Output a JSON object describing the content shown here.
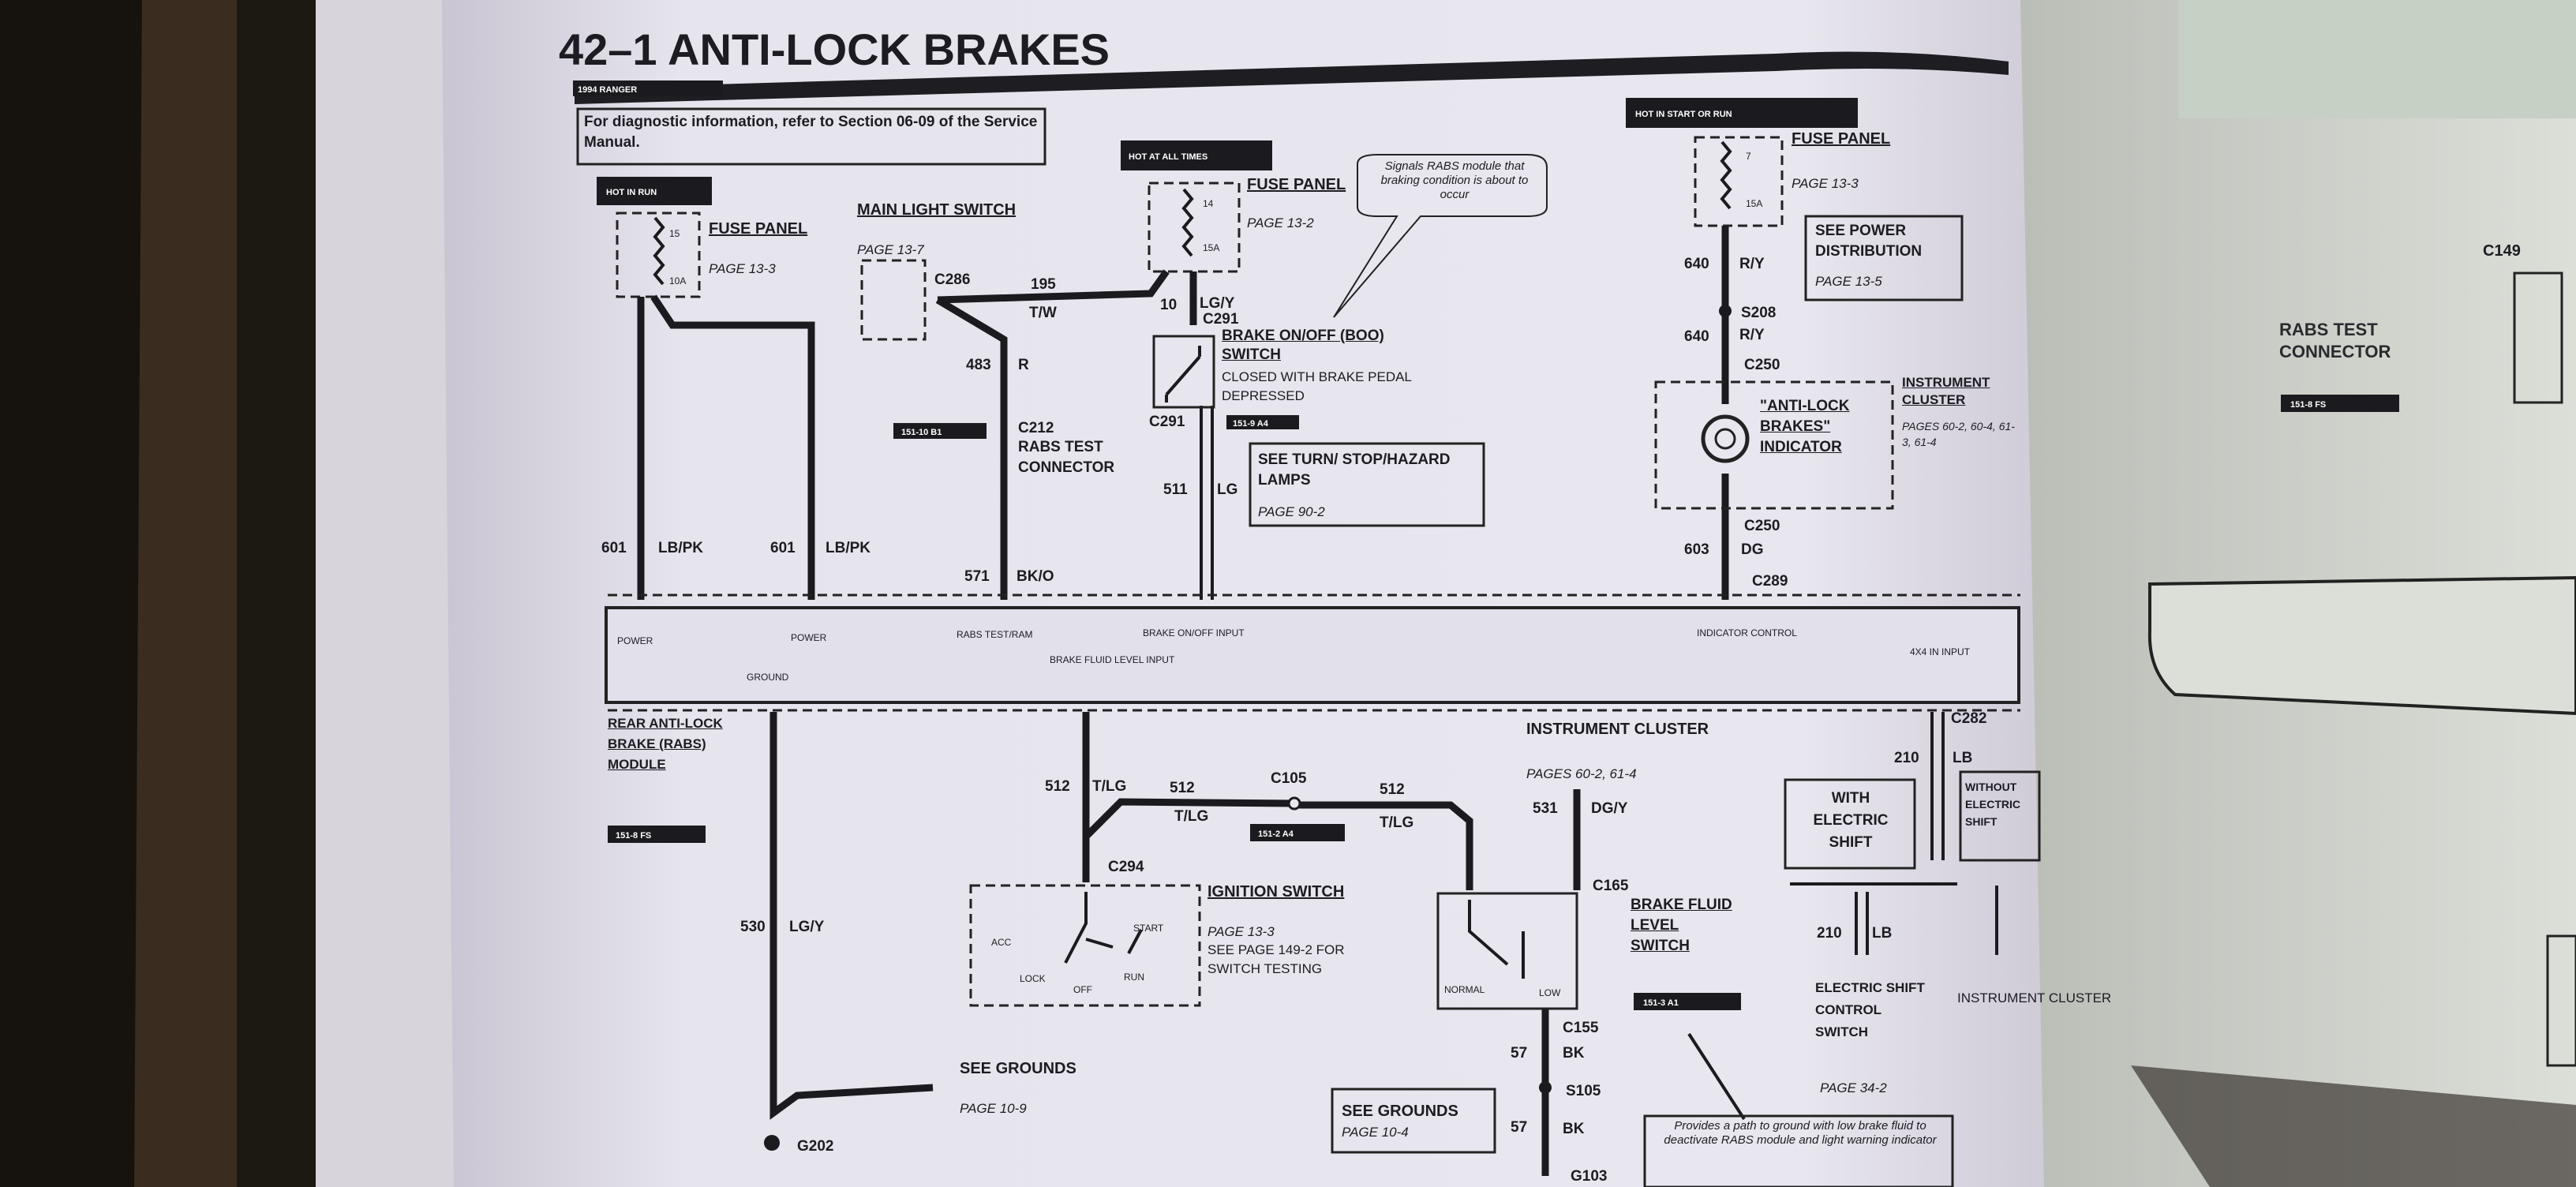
{
  "header": {
    "section_title": "42–1 ANTI-LOCK BRAKES",
    "model_tag": "1994 RANGER",
    "note": "For diagnostic information, refer to Section 06-09 of the Service Manual."
  },
  "power_tags": {
    "hot_in_run": "HOT IN RUN",
    "hot_at_all_times": "HOT AT ALL TIMES",
    "hot_in_start_or_run": "HOT IN START OR RUN"
  },
  "fuse_panel_left": {
    "label": "FUSE PANEL",
    "page": "PAGE 13-3",
    "fuse": "15",
    "amp": "10A"
  },
  "fuse_panel_mid": {
    "label": "FUSE PANEL",
    "page": "PAGE 13-2",
    "fuse": "14",
    "amp": "15A"
  },
  "fuse_panel_right": {
    "label": "FUSE PANEL",
    "page": "PAGE 13-3",
    "fuse": "7",
    "amp": "15A"
  },
  "main_light_switch": {
    "label": "MAIN LIGHT SWITCH",
    "page": "PAGE 13-7"
  },
  "brake_switch": {
    "label": "BRAKE ON/OFF (BOO) SWITCH",
    "desc": "CLOSED WITH BRAKE PEDAL DEPRESSED",
    "callout": "Signals RABS module that braking condition is about to occur"
  },
  "rabs_connector": {
    "label": "RABS TEST CONNECTOR",
    "connector": "C212",
    "tag": "151-10 B1"
  },
  "see_turn": {
    "text": "SEE TURN/ STOP/HAZARD LAMPS",
    "page": "PAGE 90-2"
  },
  "see_power": {
    "text": "SEE POWER DISTRIBUTION",
    "page": "PAGE 13-5"
  },
  "instrument_cluster_top": {
    "label": "INSTRUMENT CLUSTER",
    "page": "PAGES 60-2, 60-4, 61-3, 61-4",
    "indicator": "\"ANTI-LOCK BRAKES\" INDICATOR"
  },
  "wires_top": {
    "w601a": "601",
    "w601a_color": "LB/PK",
    "w601b": "601",
    "w601b_color": "LB/PK",
    "w195": "195",
    "w195_color": "T/W",
    "w483": "483",
    "w483_color": "R",
    "w10": "10",
    "w10_color": "LG/Y",
    "w571": "571",
    "w571_color": "BK/O",
    "w511": "511",
    "w511_color": "LG",
    "w640a": "640",
    "w640a_color": "R/Y",
    "w640b": "640",
    "w640b_color": "R/Y",
    "w603": "603",
    "w603_color": "DG"
  },
  "connectors_top": {
    "c286": "C286",
    "c291a": "C291",
    "c291b": "C291",
    "s208": "S208",
    "c250a": "C250",
    "c250b": "C250",
    "c289": "C289",
    "tag_mid": "151-9 A4"
  },
  "module": {
    "pins_top": [
      "POWER",
      "POWER",
      "RABS TEST/RAM",
      "BRAKE ON/OFF INPUT",
      "INDICATOR CONTROL"
    ],
    "pins_bottom": [
      "GROUND",
      "BRAKE FLUID LEVEL INPUT",
      "4X4 IN INPUT"
    ],
    "label": "REAR ANTI-LOCK BRAKE (RABS) MODULE",
    "tag": "151-8 FS"
  },
  "bottom": {
    "instrument_cluster": "INSTRUMENT CLUSTER",
    "instrument_pages": "PAGES 60-2, 61-4",
    "w512a": "512",
    "w512a_color": "T/LG",
    "w512b": "512",
    "w512b_color": "T/LG",
    "w512c": "512",
    "w512c_color": "T/LG",
    "c105": "C105",
    "tag_c105": "151-2 A4",
    "w531": "531",
    "w531_color": "DG/Y",
    "c165": "C165",
    "c294": "C294",
    "ignition": "IGNITION SWITCH",
    "ignition_page": "PAGE 13-3",
    "ignition_see": "SEE PAGE 149-2 FOR SWITCH TESTING",
    "ign_positions": [
      "ACC",
      "LOCK",
      "OFF",
      "RUN",
      "START"
    ],
    "brake_fluid": "BRAKE FLUID LEVEL SWITCH",
    "bf_tag": "151-3 A1",
    "bf_positions": [
      "NORMAL",
      "LOW"
    ],
    "c155": "C155",
    "w57a": "57",
    "w57a_color": "BK",
    "s105": "S105",
    "w57b": "57",
    "w57b_color": "BK",
    "g103": "G103",
    "w530": "530",
    "w530_color": "LG/Y",
    "see_grounds_a": "SEE GROUNDS",
    "see_grounds_a_page": "PAGE 10-9",
    "g202": "G202",
    "see_grounds_b": "SEE GROUNDS",
    "see_grounds_b_page": "PAGE 10-4",
    "provides_note": "Provides a path to ground with low brake fluid to deactivate RABS module and light warning indicator",
    "c282": "C282",
    "w210a": "210",
    "w210a_color": "LB",
    "with_shift": "WITH ELECTRIC SHIFT",
    "without_shift": "WITHOUT ELECTRIC SHIFT",
    "w210b": "210",
    "w210b_color": "LB",
    "electric_shift": "ELECTRIC SHIFT CONTROL SWITCH",
    "electric_shift_page": "PAGE 34-2",
    "instr_cluster_side": "INSTRUMENT CLUSTER"
  },
  "right_page": {
    "c149": "C149",
    "rabs_test": "RABS TEST CONNECTOR",
    "tag": "151-8 FS"
  }
}
